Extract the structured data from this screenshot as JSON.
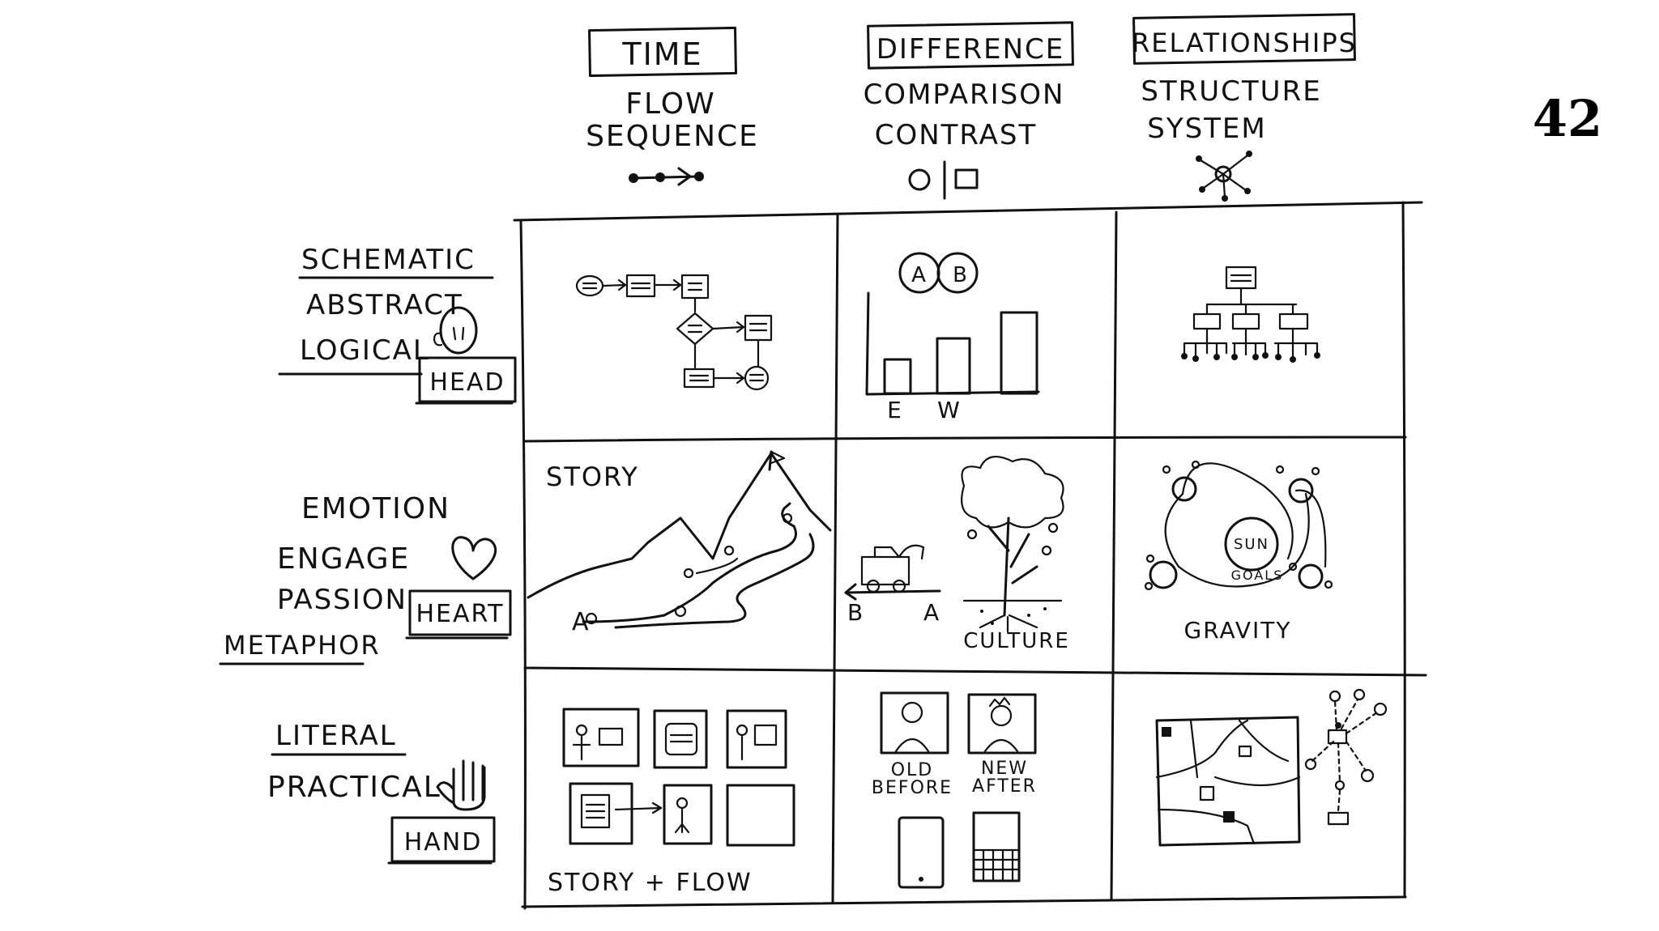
{
  "page_number": "42",
  "columns": [
    {
      "header": "TIME",
      "sub1": "FLOW",
      "sub2": "SEQUENCE",
      "icon": "arrow-sequence-icon"
    },
    {
      "header": "DIFFERENCE",
      "sub1": "COMPARISON",
      "sub2": "CONTRAST",
      "icon": "circle-square-icon"
    },
    {
      "header": "RELATIONSHIPS",
      "sub1": "STRUCTURE",
      "sub2": "SYSTEM",
      "icon": "hub-network-icon"
    }
  ],
  "rows": [
    {
      "line1": "SCHEMATIC",
      "line2": "ABSTRACT",
      "line3": "LOGICAL",
      "box": "HEAD",
      "icon": "head-icon"
    },
    {
      "line1": "EMOTION",
      "line2": "ENGAGE",
      "line3": "PASSION",
      "line4": "METAPHOR",
      "box": "HEART",
      "icon": "heart-icon"
    },
    {
      "line1": "LITERAL",
      "line2": "PRACTICAL",
      "box": "HAND",
      "icon": "hand-icon"
    }
  ],
  "cells": {
    "schematic_time": {
      "icon": "flowchart-icon"
    },
    "schematic_difference": {
      "venn_a": "A",
      "venn_b": "B",
      "label_e": "E",
      "label_w": "W",
      "icon": "bar-chart-icon"
    },
    "schematic_relationships": {
      "icon": "org-chart-icon"
    },
    "emotion_time": {
      "label": "STORY",
      "start": "A",
      "icon": "mountain-path-icon"
    },
    "emotion_difference": {
      "label_b": "B",
      "label_a": "A",
      "culture": "CULTURE",
      "icon": "truck-tree-icon"
    },
    "emotion_relationships": {
      "sun": "SUN",
      "goals": "GOALS",
      "gravity": "GRAVITY",
      "icon": "orbit-icon"
    },
    "literal_time": {
      "label": "STORY + FLOW",
      "icon": "storyboard-icon"
    },
    "literal_difference": {
      "old": "OLD",
      "before": "BEFORE",
      "new": "NEW",
      "after": "AFTER",
      "icon": "portraits-devices-icon"
    },
    "literal_relationships": {
      "icon": "map-network-icon"
    }
  }
}
